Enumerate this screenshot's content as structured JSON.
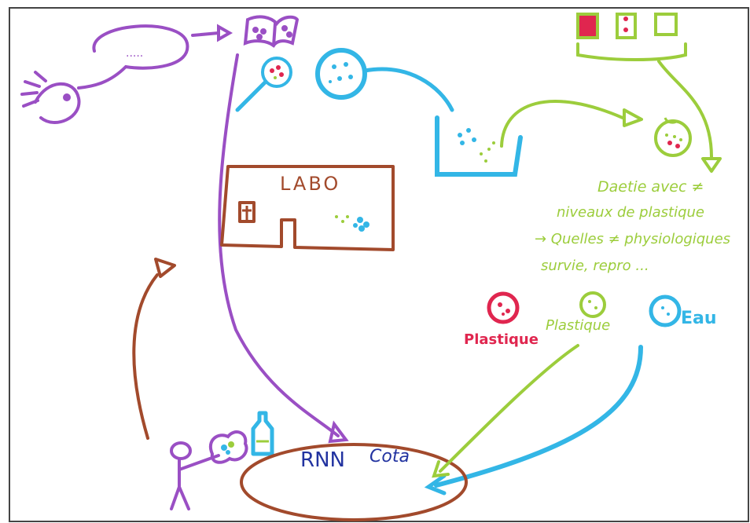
{
  "labels": {
    "labo": "LABO",
    "rnn": "RNN",
    "rnn_suffix": "Cota",
    "note_line1": "Daetie avec ≠",
    "note_line2": "niveaux de plastique",
    "note_line3": "→ Quelles ≠ physiologiques",
    "note_line4": "survie, repro ...",
    "plastique_red": "Plastique",
    "plastique_green": "Plastique",
    "eau": "Eau",
    "speech_dots": "....."
  },
  "colors": {
    "purple": "#9a4fc4",
    "cyan": "#33b6e6",
    "green": "#9ccd3c",
    "brown": "#a24a2c",
    "red": "#e0264f",
    "navy": "#2233a0"
  }
}
